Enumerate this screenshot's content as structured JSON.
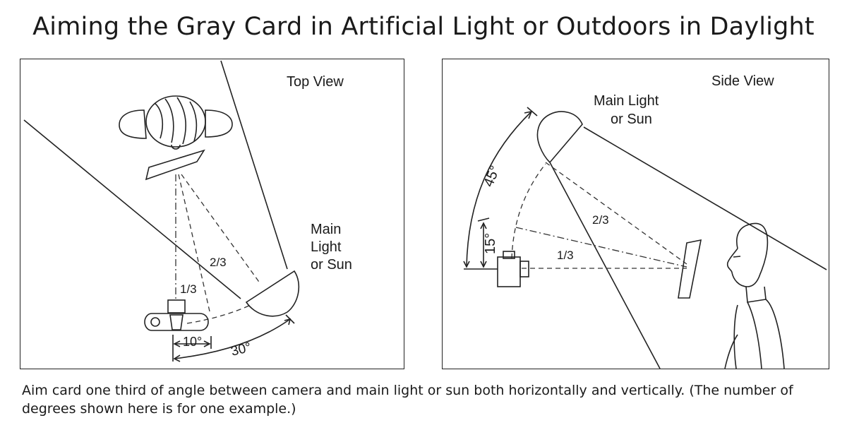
{
  "title": "Aiming the Gray Card in Artificial Light or Outdoors in Daylight",
  "top_view": {
    "label": "Top View",
    "light_label": [
      "Main",
      "Light",
      "or Sun"
    ],
    "fraction_1": "1/3",
    "fraction_2": "2/3",
    "angle_small": "10°",
    "angle_large": "30°"
  },
  "side_view": {
    "label": "Side View",
    "light_label": [
      "Main Light",
      "or Sun"
    ],
    "fraction_1": "1/3",
    "fraction_2": "2/3",
    "angle_small": "15°",
    "angle_large": "45°"
  },
  "caption": "Aim card one third of angle between camera and main light or sun both horizontally and vertically. (The number of degrees shown here is for one example.)"
}
